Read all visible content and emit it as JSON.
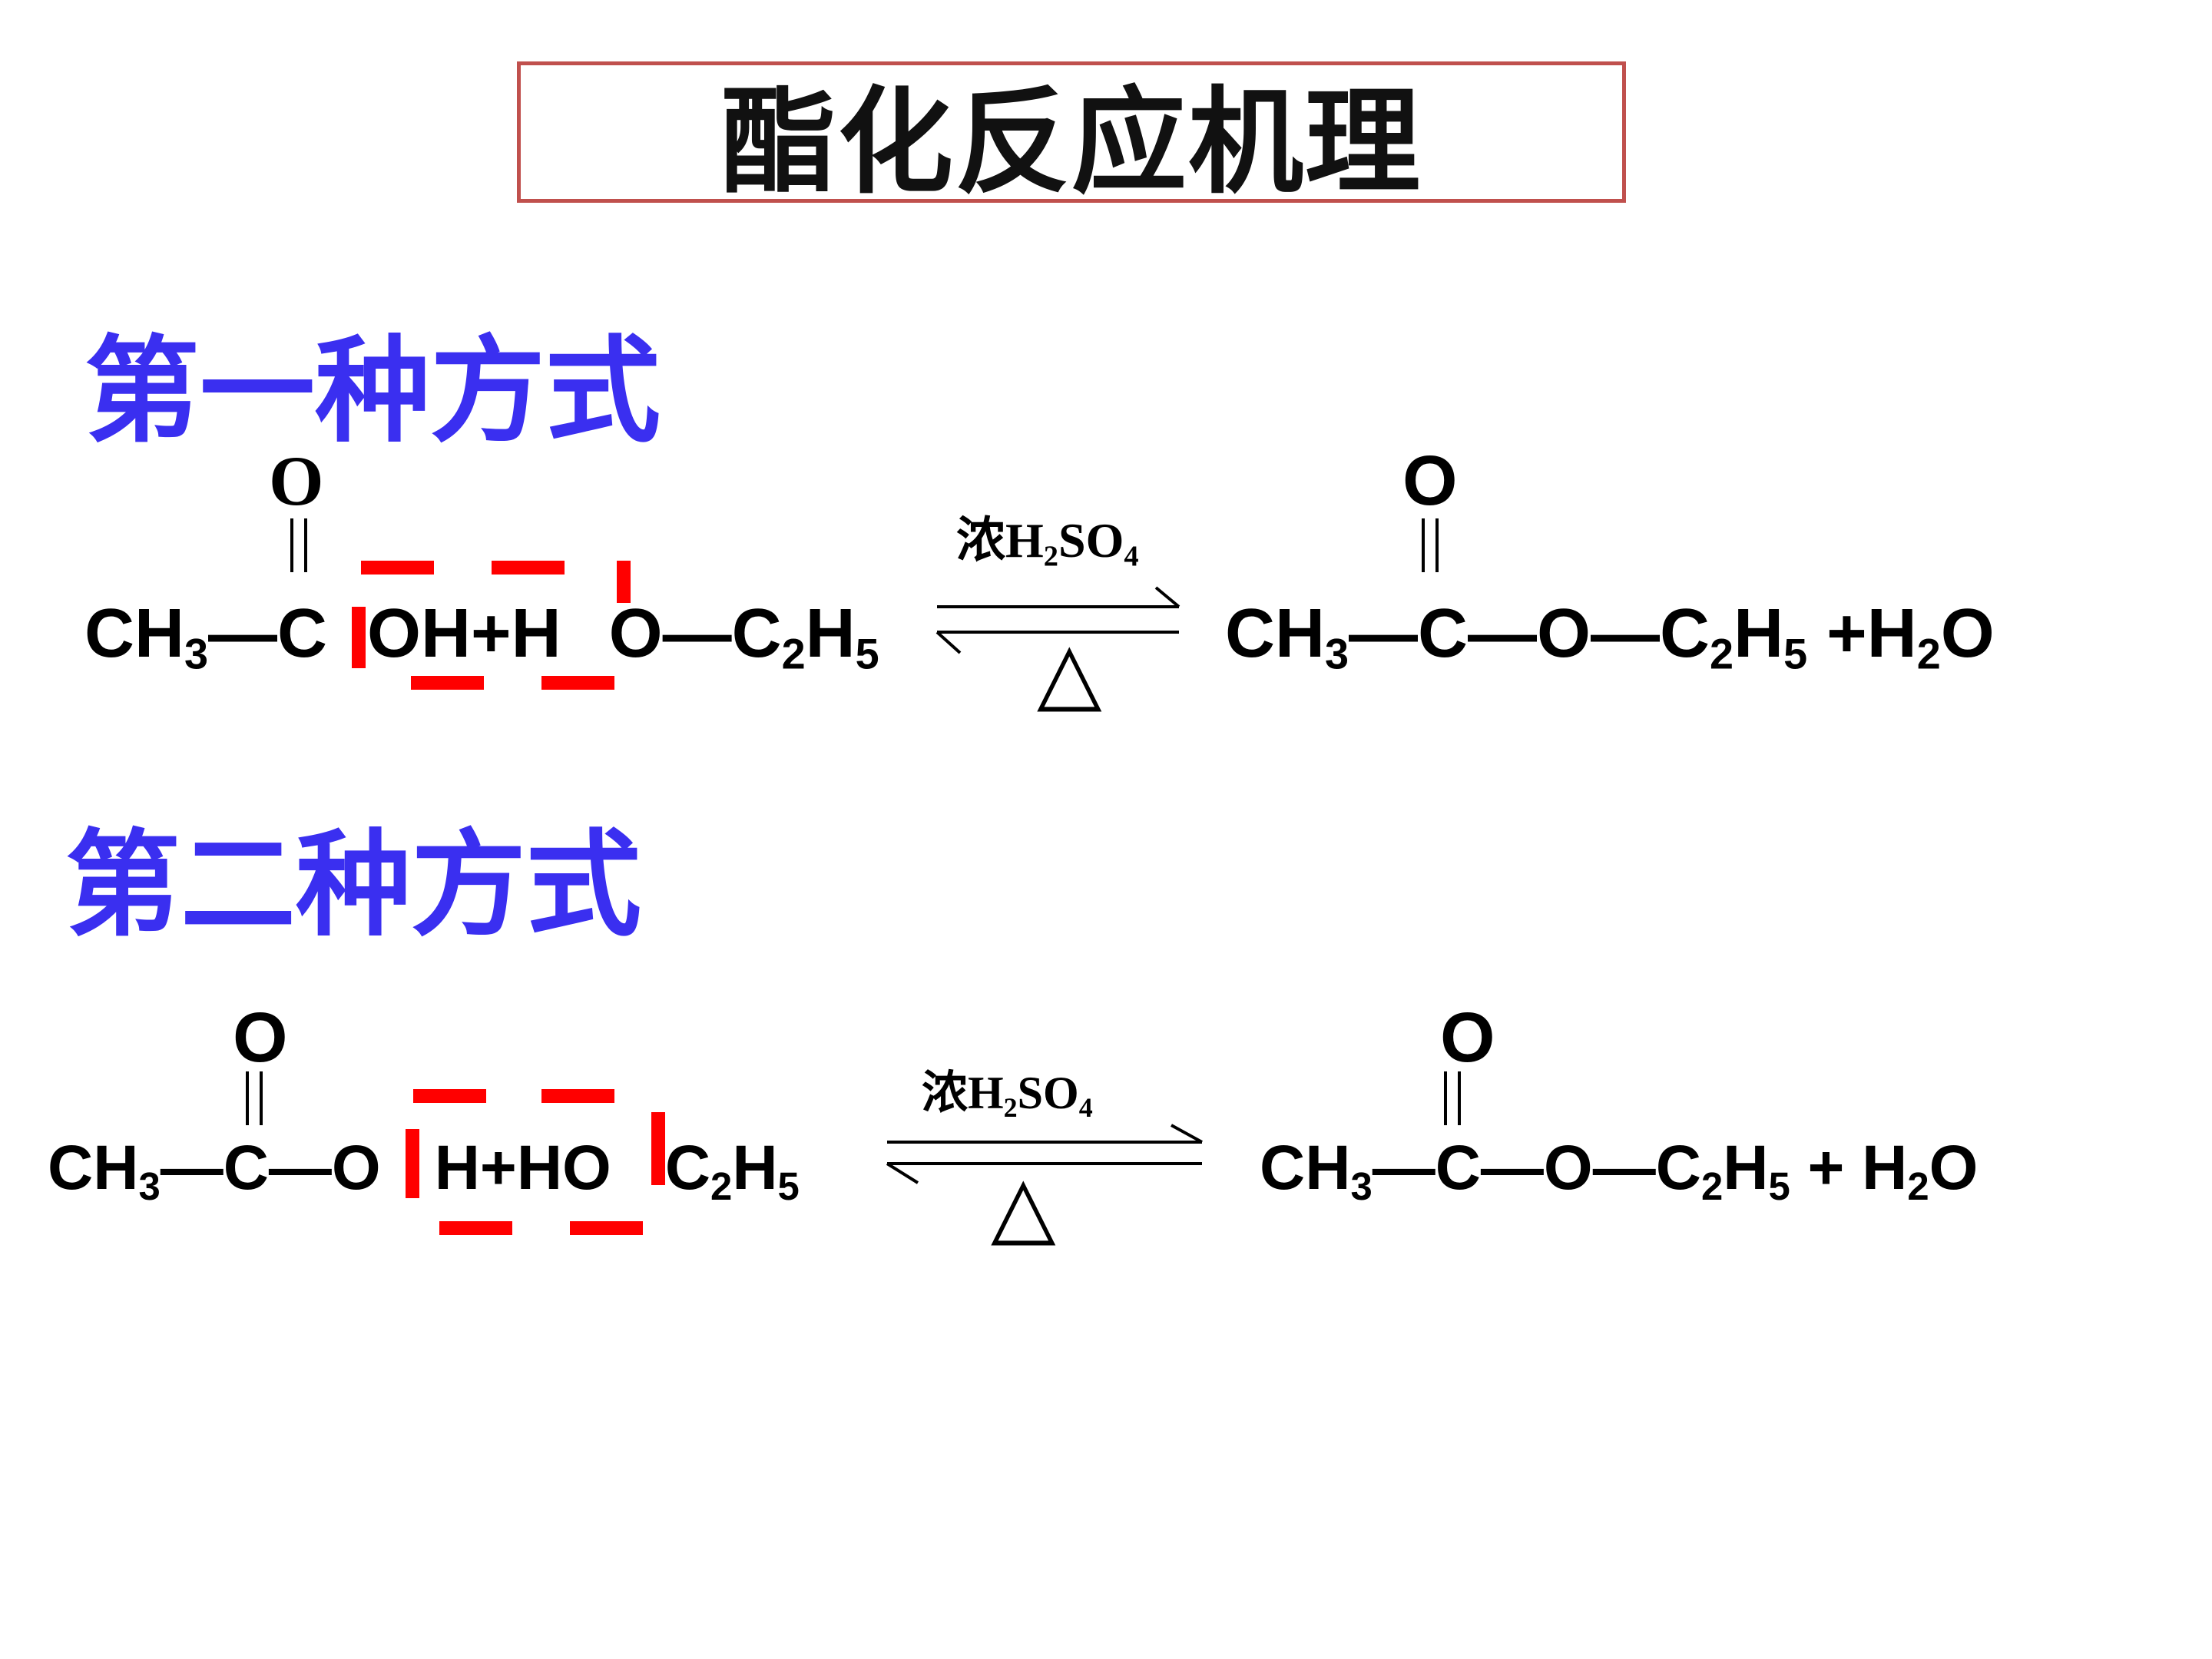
{
  "title": "酯化反应机理",
  "method1": {
    "heading": "第一种方式",
    "reactant": {
      "carbonyl_o": "O",
      "ch3": "CH",
      "ch3_sub": "3",
      "c": "—C",
      "oh": "OH+H",
      "o_ethyl": "O—C",
      "c2_sub": "2",
      "h": "H",
      "h5_sub": "5"
    },
    "condition": {
      "top": "浓H",
      "top_sub": "2",
      "top_mid": "SO",
      "top_sub2": "4",
      "bottom": "△"
    },
    "product": {
      "carbonyl_o": "O",
      "ch3": "CH",
      "ch3_sub": "3",
      "chain": "—C—O—C",
      "c2_sub": "2",
      "h": "H",
      "h5_sub": "5",
      "water": " +H",
      "water_sub": "2",
      "water_o": "O"
    }
  },
  "method2": {
    "heading": "第二种方式",
    "reactant": {
      "carbonyl_o": "O",
      "ch3": "CH",
      "ch3_sub": "3",
      "c_o": "—C—O",
      "h_ho": "H+HO",
      "c2": "C",
      "c2_sub": "2",
      "h": "H",
      "h5_sub": "5"
    },
    "condition": {
      "top": "浓H",
      "top_sub": "2",
      "top_mid": "SO",
      "top_sub2": "4",
      "bottom": "△"
    },
    "product": {
      "carbonyl_o": "O",
      "ch3": "CH",
      "ch3_sub": "3",
      "chain": "—C—O—C",
      "c2_sub": "2",
      "h": "H",
      "h5_sub": "5",
      "water": " + H",
      "water_sub": "2",
      "water_o": "O"
    }
  },
  "colors": {
    "heading": "#3a2ff0",
    "title_border": "#c0504d",
    "highlight": "#ff0000"
  }
}
